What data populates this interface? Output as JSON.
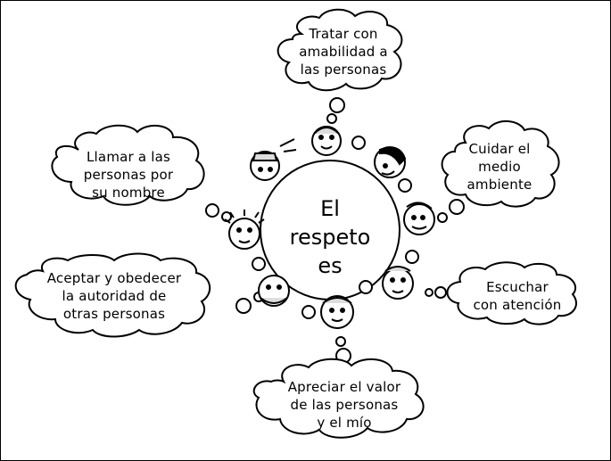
{
  "center": {
    "lines": [
      "El",
      "respeto",
      "es"
    ]
  },
  "bubbles": [
    {
      "id": "tratar",
      "lines": [
        "Tratar con",
        "amabilidad a",
        "las personas"
      ]
    },
    {
      "id": "llamar",
      "lines": [
        "Llamar a las",
        "personas por",
        "su nombre"
      ]
    },
    {
      "id": "cuidar",
      "lines": [
        "Cuidar el",
        "medio",
        "ambiente"
      ]
    },
    {
      "id": "aceptar",
      "lines": [
        "Aceptar y obedecer",
        "la autoridad de",
        "otras personas"
      ]
    },
    {
      "id": "escuchar",
      "lines": [
        "Escuchar",
        "con atención"
      ]
    },
    {
      "id": "apreciar",
      "lines": [
        "Apreciar el valor",
        "de las personas",
        "y el mío"
      ]
    }
  ],
  "colors": {
    "ink": "#000000",
    "paper": "#ffffff"
  },
  "icons": [
    "cartoon-child-face-icon"
  ]
}
